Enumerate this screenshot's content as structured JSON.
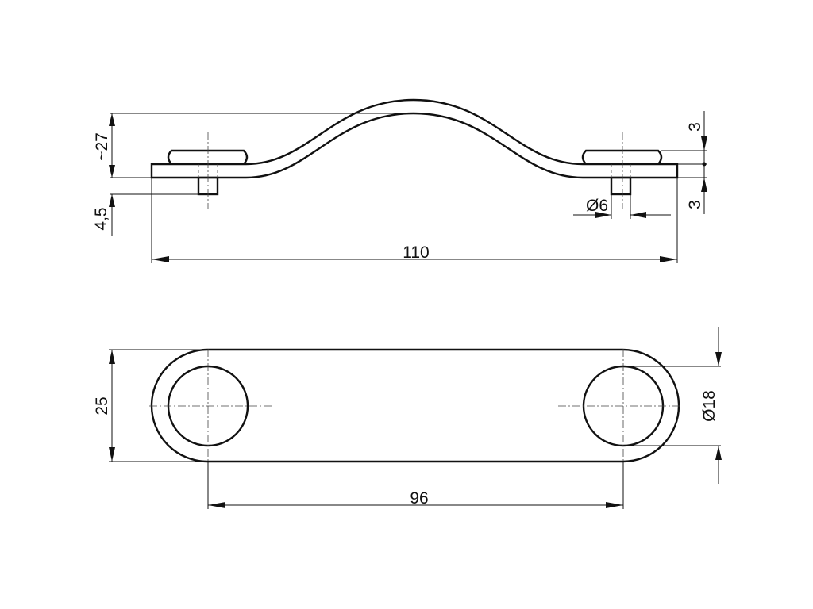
{
  "drawing": {
    "side_view": {
      "height_label": "~27",
      "pin_length_label": "4,5",
      "overall_length_label": "110",
      "pad_thickness_label": "3",
      "plate_thickness_label": "3",
      "pin_diameter_label": "Ø6"
    },
    "top_view": {
      "width_label": "25",
      "hole_spacing_label": "96",
      "hole_diameter_label": "Ø18"
    }
  }
}
